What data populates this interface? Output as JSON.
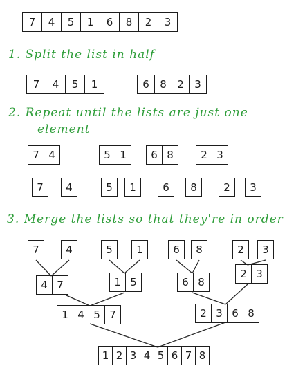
{
  "steps": {
    "step1": "1. Split the list in half",
    "step2_line1": "2. Repeat until the lists are just one",
    "step2_line2": "element",
    "step3": "3. Merge the lists so that they're in order"
  },
  "lists": {
    "original": [
      "7",
      "4",
      "5",
      "1",
      "6",
      "8",
      "2",
      "3"
    ],
    "split_left": [
      "7",
      "4",
      "5",
      "1"
    ],
    "split_right": [
      "6",
      "8",
      "2",
      "3"
    ],
    "repeat_pairs": [
      [
        "7",
        "4"
      ],
      [
        "5",
        "1"
      ],
      [
        "6",
        "8"
      ],
      [
        "2",
        "3"
      ]
    ],
    "repeat_singles": [
      "7",
      "4",
      "5",
      "1",
      "6",
      "8",
      "2",
      "3"
    ],
    "merge_singles": [
      "7",
      "4",
      "5",
      "1",
      "6",
      "8",
      "2",
      "3"
    ],
    "merge_pairs": [
      [
        "4",
        "7"
      ],
      [
        "1",
        "5"
      ],
      [
        "6",
        "8"
      ],
      [
        "2",
        "3"
      ]
    ],
    "merge_quads": [
      [
        "1",
        "4",
        "5",
        "7"
      ],
      [
        "2",
        "3",
        "6",
        "8"
      ]
    ],
    "merge_final": [
      "1",
      "2",
      "3",
      "4",
      "5",
      "6",
      "7",
      "8"
    ]
  }
}
